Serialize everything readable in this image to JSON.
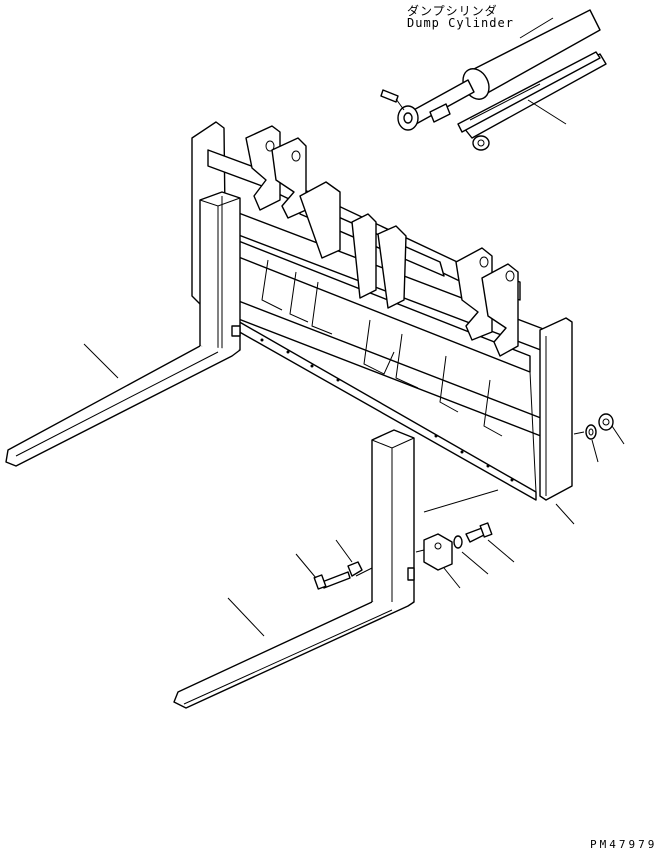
{
  "callout": {
    "label_jp": "ダンプシリンダ",
    "label_en": "Dump Cylinder"
  },
  "drawing_number": "PM47979"
}
